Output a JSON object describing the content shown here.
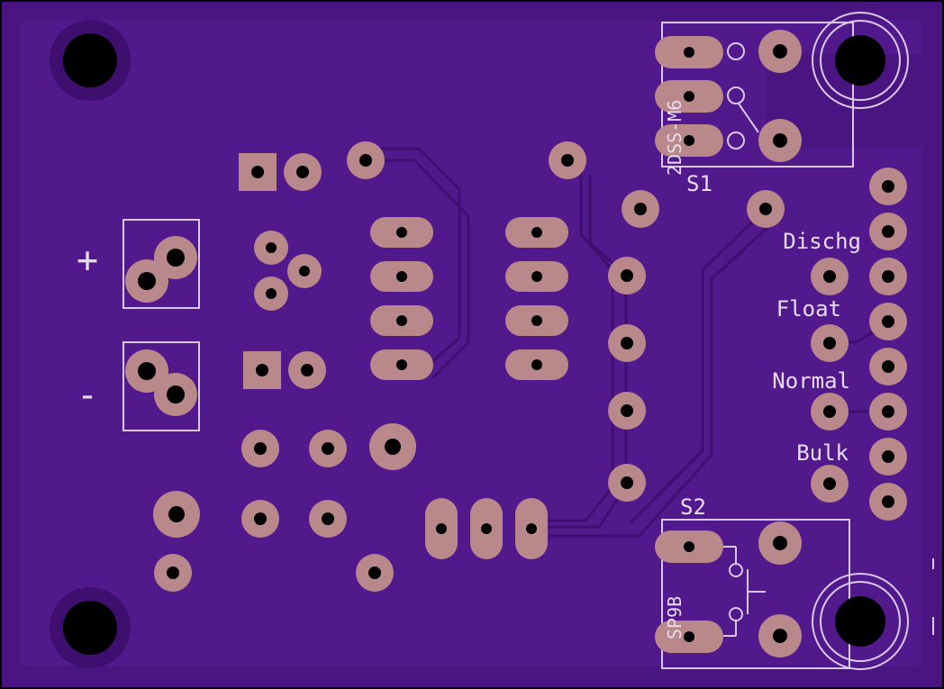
{
  "board": {
    "background_color": "#4a1580",
    "pad_color": "#b8888a",
    "silk_color": "#e6dcf0"
  },
  "labels": {
    "plus": "+",
    "minus": "-",
    "s1": "S1",
    "s2": "S2",
    "s1_part": "2DSS-M6",
    "s2_part": "SP9B",
    "dischg": "Dischg",
    "float": "Float",
    "normal": "Normal",
    "bulk": "Bulk"
  }
}
